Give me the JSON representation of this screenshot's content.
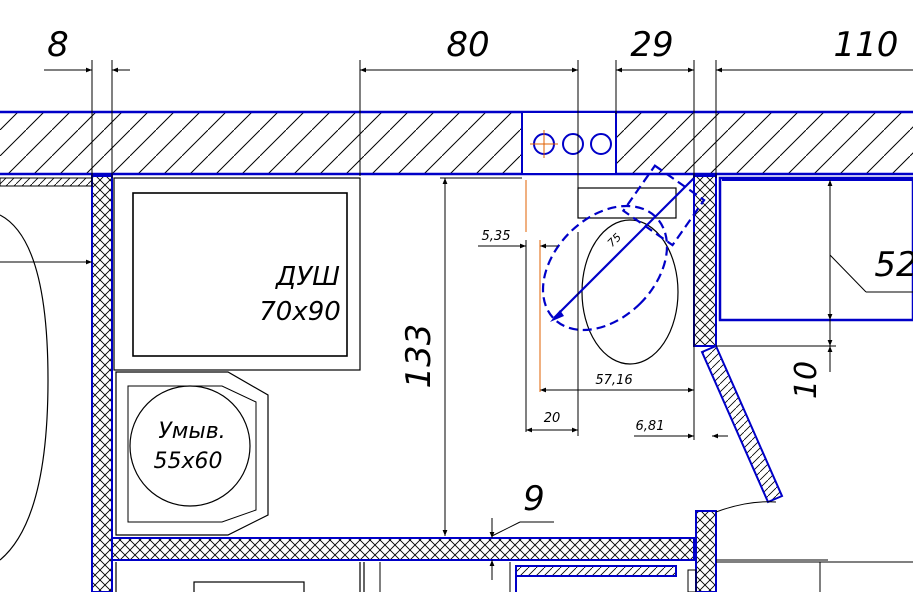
{
  "colors": {
    "wall_outline": "#0000c8",
    "dimension": "#000000",
    "hatch": "#000000",
    "pipe": "#e06000",
    "background": "#ffffff"
  },
  "dimensions": {
    "top_8": "8",
    "top_80": "80",
    "top_29": "29",
    "top_110": "110",
    "height_133": "133",
    "right_52": "52",
    "right_10": "10",
    "bottom_9": "9",
    "small_5_35": "5,35",
    "small_57_16": "57,16",
    "small_20": "20",
    "small_6_81": "6,81",
    "angle_75": "75"
  },
  "fixtures": {
    "shower_label": "ДУШ",
    "shower_size": "70x90",
    "sink_label": "Умыв.",
    "sink_size": "55x60"
  },
  "icons": {
    "pipes": [
      "pipe-icon",
      "pipe-icon",
      "pipe-icon"
    ]
  }
}
